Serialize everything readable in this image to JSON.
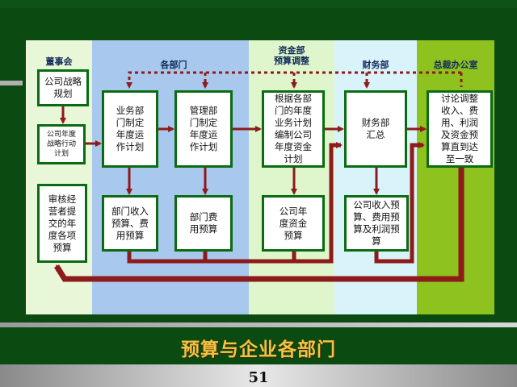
{
  "columns": {
    "board": "董事会",
    "departments": "各部门",
    "budget_dept": "资金部\n预算调整",
    "finance": "财务部",
    "gm_office": "总裁办公室"
  },
  "boxes": {
    "strategy_plan": "公司战略\n规划",
    "strategy_action": "公司年度\n战略行动\n计划",
    "review": "审核经\n营者提\n交的年\n度各项\n预算",
    "biz_plan": "业务部\n门制定\n年度运\n作计划",
    "mgmt_plan": "管理部\n门制定\n年度运\n作计划",
    "fund_plan": "根据各部\n门的年度\n业务计划\n编制公司\n年度资金\n计划",
    "finance_summary": "财务部\n汇总",
    "discuss": "讨论调整\n收入、费\n用、利润\n及资金预\n算直到达\n至一致",
    "dept_budget": "部门收入\n预算、费\n用预算",
    "dept_expense": "部门费\n用预算",
    "company_fund": "公司年\n度资金\n预算",
    "company_budget": "公司收入预\n算、费用预\n算及利润预\n算"
  },
  "caption": "预算与企业各部门",
  "page_number": "51",
  "colors": {
    "background": "#0b4a11",
    "board_panel": "#e8f7d8",
    "dept_panel": "#a8c8ee",
    "budget_panel": "#dff6cc",
    "finance_panel": "#d9f3fa",
    "gm_panel": "#8dc21f",
    "arrow": "#8e1a1a",
    "box_border": "#0a6b12",
    "caption": "#f6c243"
  }
}
